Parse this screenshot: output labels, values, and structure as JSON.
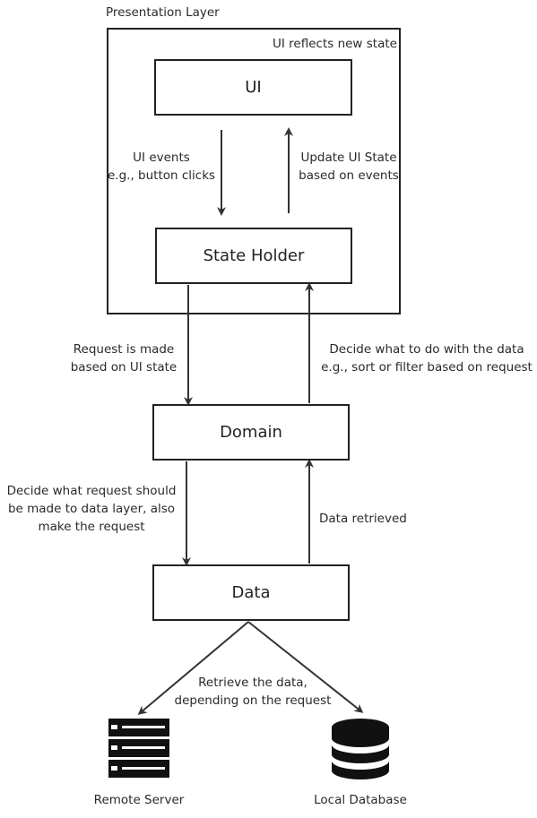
{
  "layer": {
    "title": "Presentation Layer",
    "note": "UI reflects new state"
  },
  "nodes": {
    "ui": "UI",
    "state_holder": "State Holder",
    "domain": "Domain",
    "data": "Data",
    "remote_server": "Remote Server",
    "local_database": "Local Database"
  },
  "edges": {
    "ui_events": [
      "UI events",
      "e.g., button clicks"
    ],
    "update_ui_state": [
      "Update UI State",
      "based on events"
    ],
    "request_made": [
      "Request is made",
      "based on UI state"
    ],
    "decide_data": [
      "Decide what to do with the data",
      "e.g., sort or filter based on request"
    ],
    "decide_request": [
      "Decide what request should",
      "be made to data layer, also",
      "make the request"
    ],
    "data_retrieved": "Data retrieved",
    "retrieve_data": [
      "Retrieve the data,",
      "depending on the request"
    ]
  },
  "icons": {
    "remote_server": "server-icon",
    "local_database": "database-icon"
  },
  "colors": {
    "stroke": "#222222",
    "text": "#2a2a2a"
  }
}
